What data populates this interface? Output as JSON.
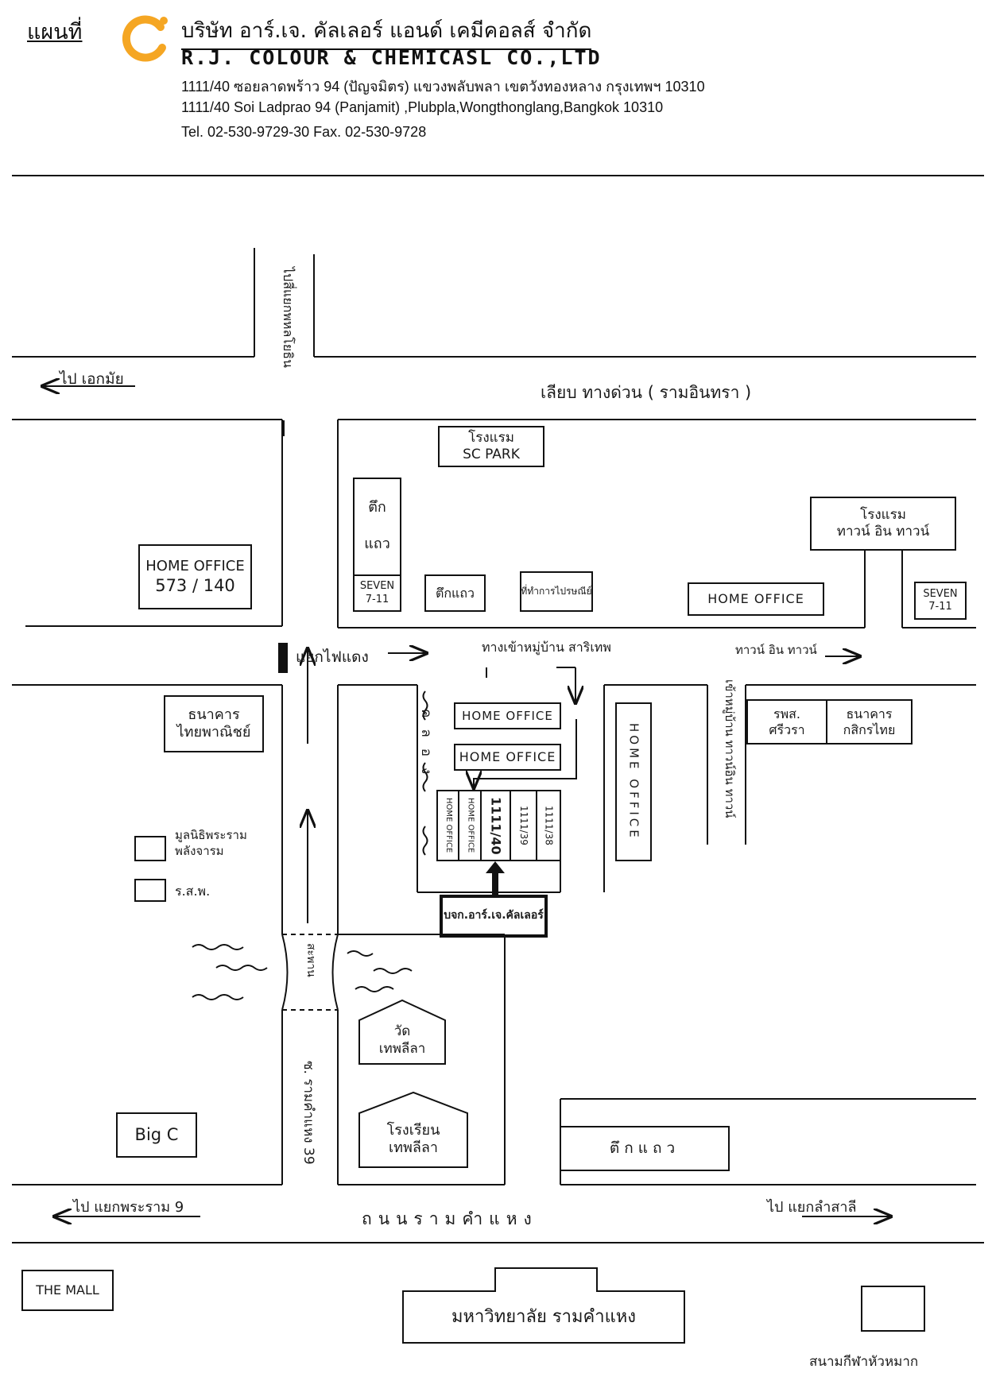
{
  "header": {
    "map_label": "แผนที่",
    "company_th": "บริษัท อาร์.เจ.  คัลเลอร์ แอนด์ เคมีคอลส์ จำกัด",
    "company_en": "R.J. COLOUR & CHEMICASL CO.,LTD",
    "address_th": "1111/40 ซอยลาดพร้าว 94 (ปัญจมิตร) แขวงพลับพลา เขตวังทองหลาง กรุงเทพฯ 10310",
    "address_en": "1111/40 Soi Ladprao 94 (Panjamit) ,Plubpla,Wongthonglang,Bangkok 10310",
    "contact": "Tel.  02-530-9729-30    Fax. 02-530-9728",
    "logo_color": "#f5a623"
  },
  "map": {
    "to_ekkamai": "ไป เอกมัย",
    "to_lamsali": "ไป แยกลำสาลี",
    "to_rama9": "ไป แยกพระราม 9",
    "to_north": "ไปสี่แยกพหลโยธิน",
    "expressway_road": "เลียบ ทางด่วน ( รามอินทรา )",
    "traffic_light": "แยกไฟแดง",
    "village_entrance": "ทางเข้าหมู่บ้าน สาริเทพ",
    "town_in_town": "ทาวน์ อิน ทาวน์",
    "village_right_vertical": "เข้าหมู่บ้าน ทาวน์อิน ทาวน์",
    "canal_vertical": "คลอง",
    "bridge": "สะพาน",
    "soi_vertical": "ซ. รามคำแหง 39",
    "main_road": "ถนนรามคำแหง",
    "buildings": {
      "sc_park_line1": "โรงแรม",
      "sc_park_line2": "SC PARK",
      "shophouse_line1": "ตึก",
      "shophouse_line2": "แถว",
      "seven_left_line1": "SEVEN",
      "seven_left_line2": "7-11",
      "shophouse_small": "ตึกแถว",
      "post_office": "ที่ทำการไปรษณีย์",
      "home_office_573_line1": "HOME OFFICE",
      "home_office_573_line2": "573 / 140",
      "home_office_top_right": "HOME OFFICE",
      "town_hotel_line1": "โรงแรม",
      "town_hotel_line2": "ทาวน์ อิน ทาวน์",
      "seven_right_line1": "SEVEN",
      "seven_right_line2": "7-11",
      "bank_thai_comm_line1": "ธนาคาร",
      "bank_thai_comm_line2": "ไทยพาณิชย์",
      "home_office_1": "HOME OFFICE",
      "home_office_2": "HOME OFFICE",
      "home_office_vertical": "HOME OFFICE",
      "home_office_a": "HOME OFFICE",
      "home_office_b": "HOME OFFICE",
      "unit_1111_40": "1111/40",
      "unit_1111_39": "1111/39",
      "unit_1111_38": "1111/38",
      "company_short": "บจก.อาร์.เจ.คัลเลอร์",
      "hospital_line1": "รพส.",
      "hospital_line2": "ศรีวรา",
      "bank_kasikorn_line1": "ธนาคาร",
      "bank_kasikorn_line2": "กสิกรไทย",
      "temple_line1": "วัด",
      "temple_line2": "เทพลีลา",
      "school_line1": "โรงเรียน",
      "school_line2": "เทพลีลา",
      "big_c": "Big C",
      "shophouse_bottom": "ตึกแถว",
      "the_mall": "THE MALL",
      "university": "มหาวิทยาลัย รามคำแหง",
      "stadium": "สนามกีฬาหัวหมาก"
    },
    "legend": {
      "foundation": "มูลนิธิพระราม",
      "foundation_line2": "พลังจารม",
      "police": "ร.ส.พ."
    }
  }
}
